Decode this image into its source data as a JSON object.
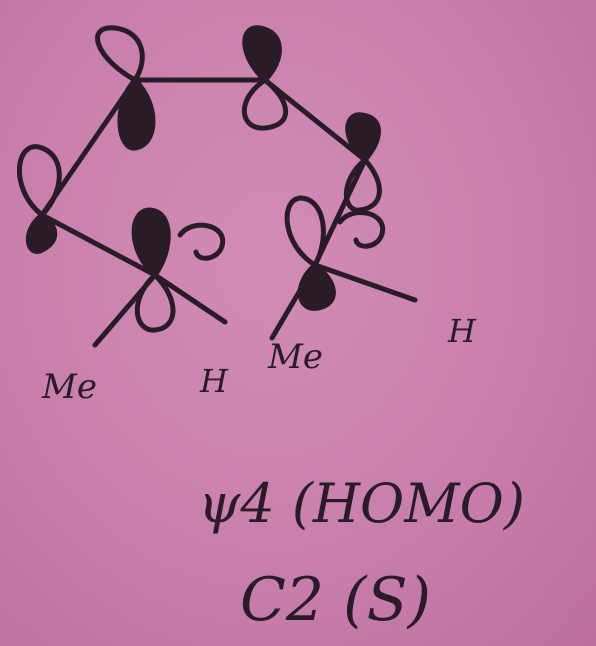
{
  "diagram": {
    "substituent_labels": [
      "Me",
      "H",
      "Me",
      "H"
    ],
    "caption": {
      "orbital": "ψ4 (HOMO)",
      "symmetry": "C2 (S)"
    }
  },
  "colors": {
    "paper": "#c97fad",
    "ink": "#2a1c26"
  }
}
